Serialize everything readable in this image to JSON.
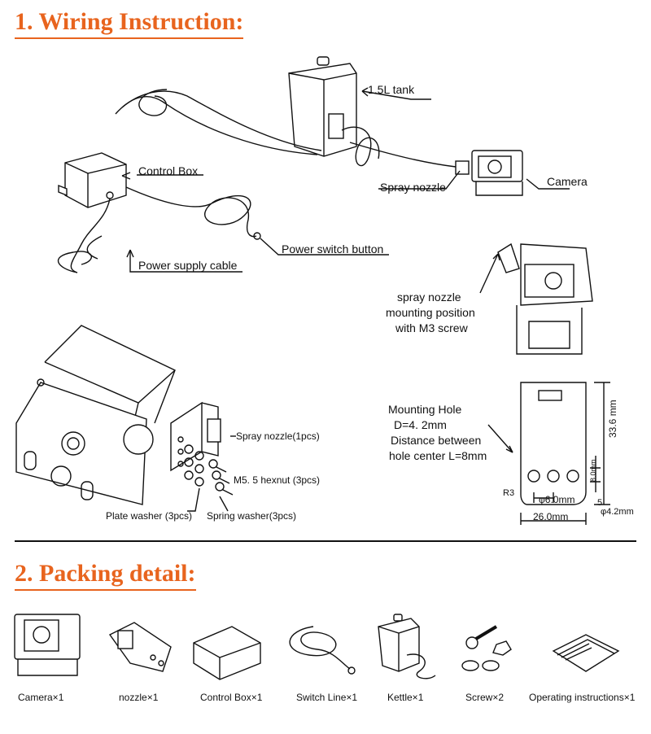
{
  "section1": {
    "title": "1. Wiring Instruction:",
    "labels": {
      "tank": "1.5L tank",
      "control_box": "Control Box",
      "spray_nozzle": "Spray nozzle",
      "camera": "Camera",
      "power_switch": "Power switch button",
      "power_cable": "Power supply cable",
      "mount_pos_1": "spray nozzle",
      "mount_pos_2": "mounting position",
      "mount_pos_3": "with M3 screw",
      "spray_nozzle_pcs": "Spray nozzle(1pcs)",
      "hexnut": "M5. 5  hexnut (3pcs)",
      "plate_washer": "Plate washer (3pcs)",
      "spring_washer": "Spring washer(3pcs)"
    },
    "mounting": {
      "line1": "Mounting Hole",
      "line2": "D=4. 2mm",
      "line3": "Distance between",
      "line4": "hole center L=8mm",
      "dim_height": "33.6 mm",
      "dim_8": "8.0mm",
      "dim_6": "φ6.0mm",
      "dim_26": "26.0mm",
      "dim_r3": "R3",
      "dim_5": "5",
      "dim_42": "φ4.2mm"
    }
  },
  "section2": {
    "title": "2. Packing detail:",
    "items": [
      {
        "label": "Camera×1"
      },
      {
        "label": "nozzle×1"
      },
      {
        "label": "Control Box×1"
      },
      {
        "label": "Switch Line×1"
      },
      {
        "label": "Kettle×1"
      },
      {
        "label": "Screw×2"
      },
      {
        "label": "Operating instructions×1"
      }
    ]
  },
  "colors": {
    "accent": "#e8641e",
    "ink": "#111111"
  }
}
